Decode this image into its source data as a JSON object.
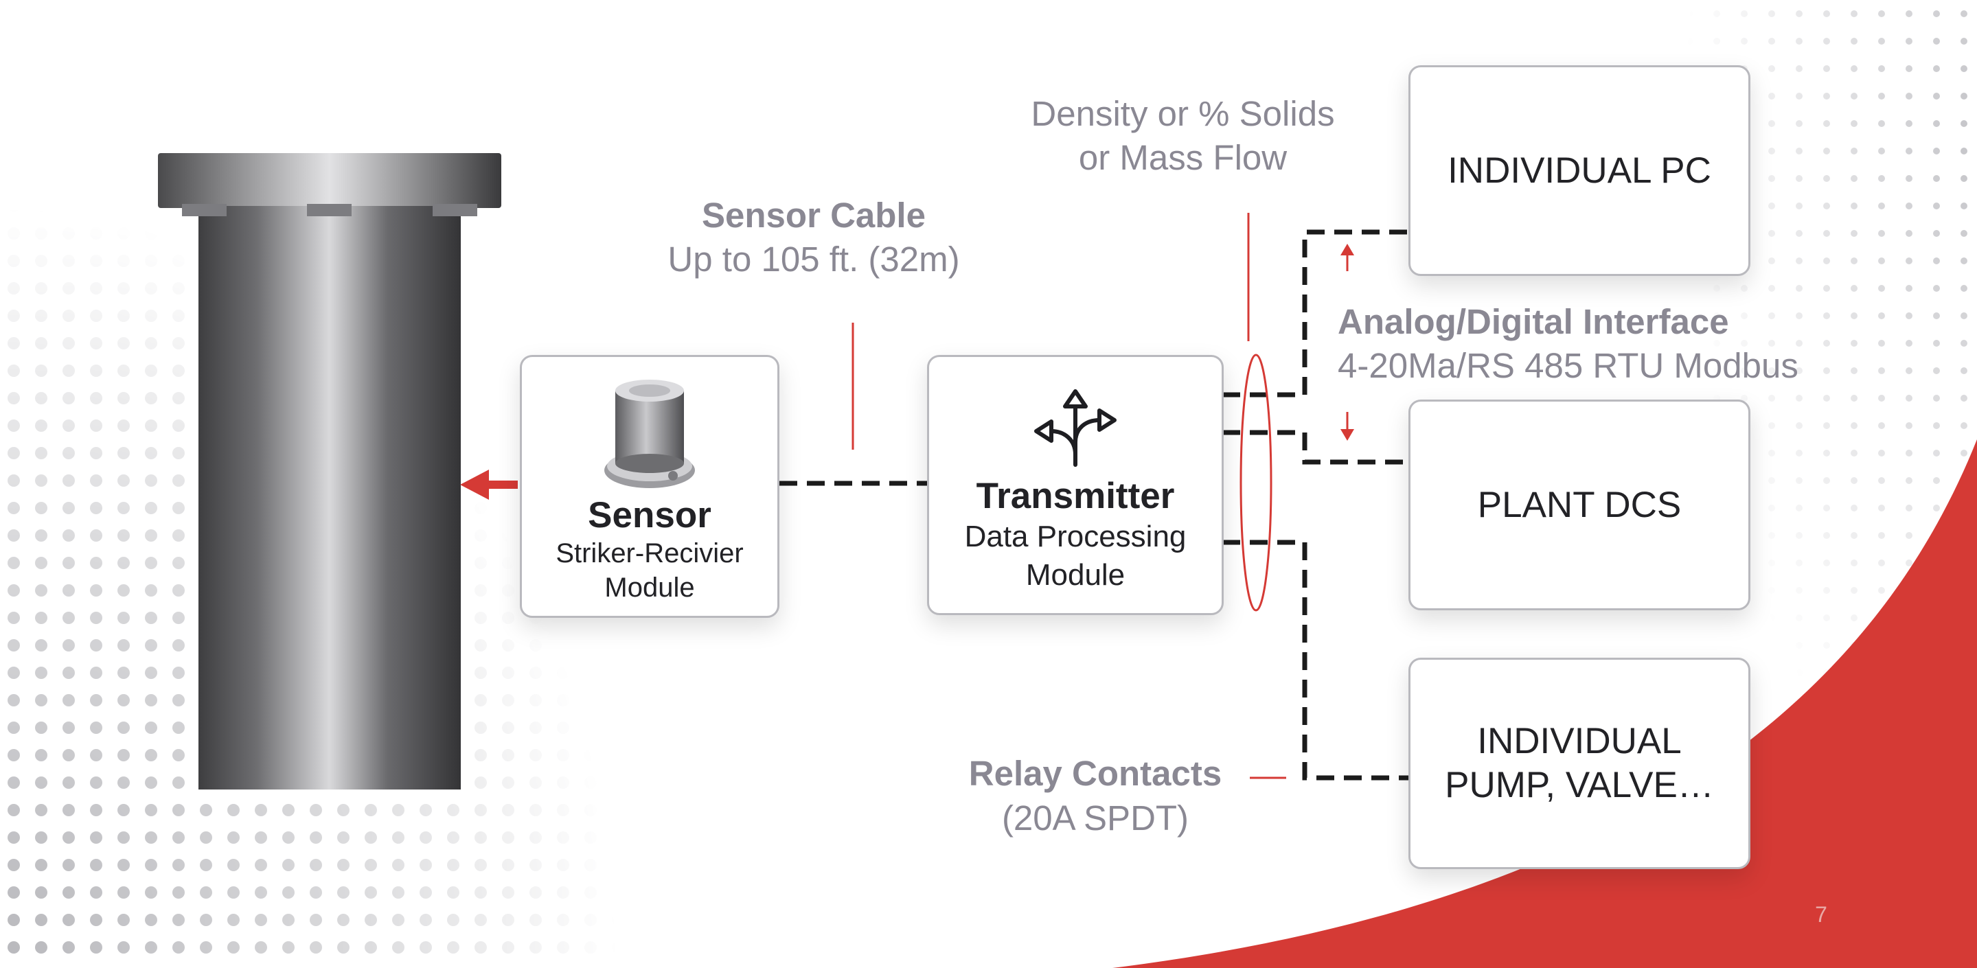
{
  "sensor": {
    "title": "Sensor",
    "line1": "Striker-Recivier",
    "line2": "Module"
  },
  "transmitter": {
    "title": "Transmitter",
    "line1": "Data Processing",
    "line2": "Module"
  },
  "cable": {
    "title": "Sensor Cable",
    "subtitle": "Up to 105 ft. (32m)"
  },
  "output": {
    "line1": "Density or % Solids",
    "line2": "or Mass Flow"
  },
  "interface": {
    "title": "Analog/Digital Interface",
    "subtitle": "4-20Ma/RS 485 RTU Modbus"
  },
  "relay": {
    "title": "Relay Contacts",
    "subtitle": "(20A SPDT)"
  },
  "destinations": {
    "pc": "INDIVIDUAL PC",
    "dcs": "PLANT DCS",
    "pump_line1": "INDIVIDUAL",
    "pump_line2": "PUMP, VALVE…"
  },
  "page_number": "7",
  "colors": {
    "accent": "#d53a35",
    "label_gray": "#8a8893",
    "text_dark": "#222226",
    "dash": "#1b1b1b",
    "box_border": "#b9b9be"
  }
}
